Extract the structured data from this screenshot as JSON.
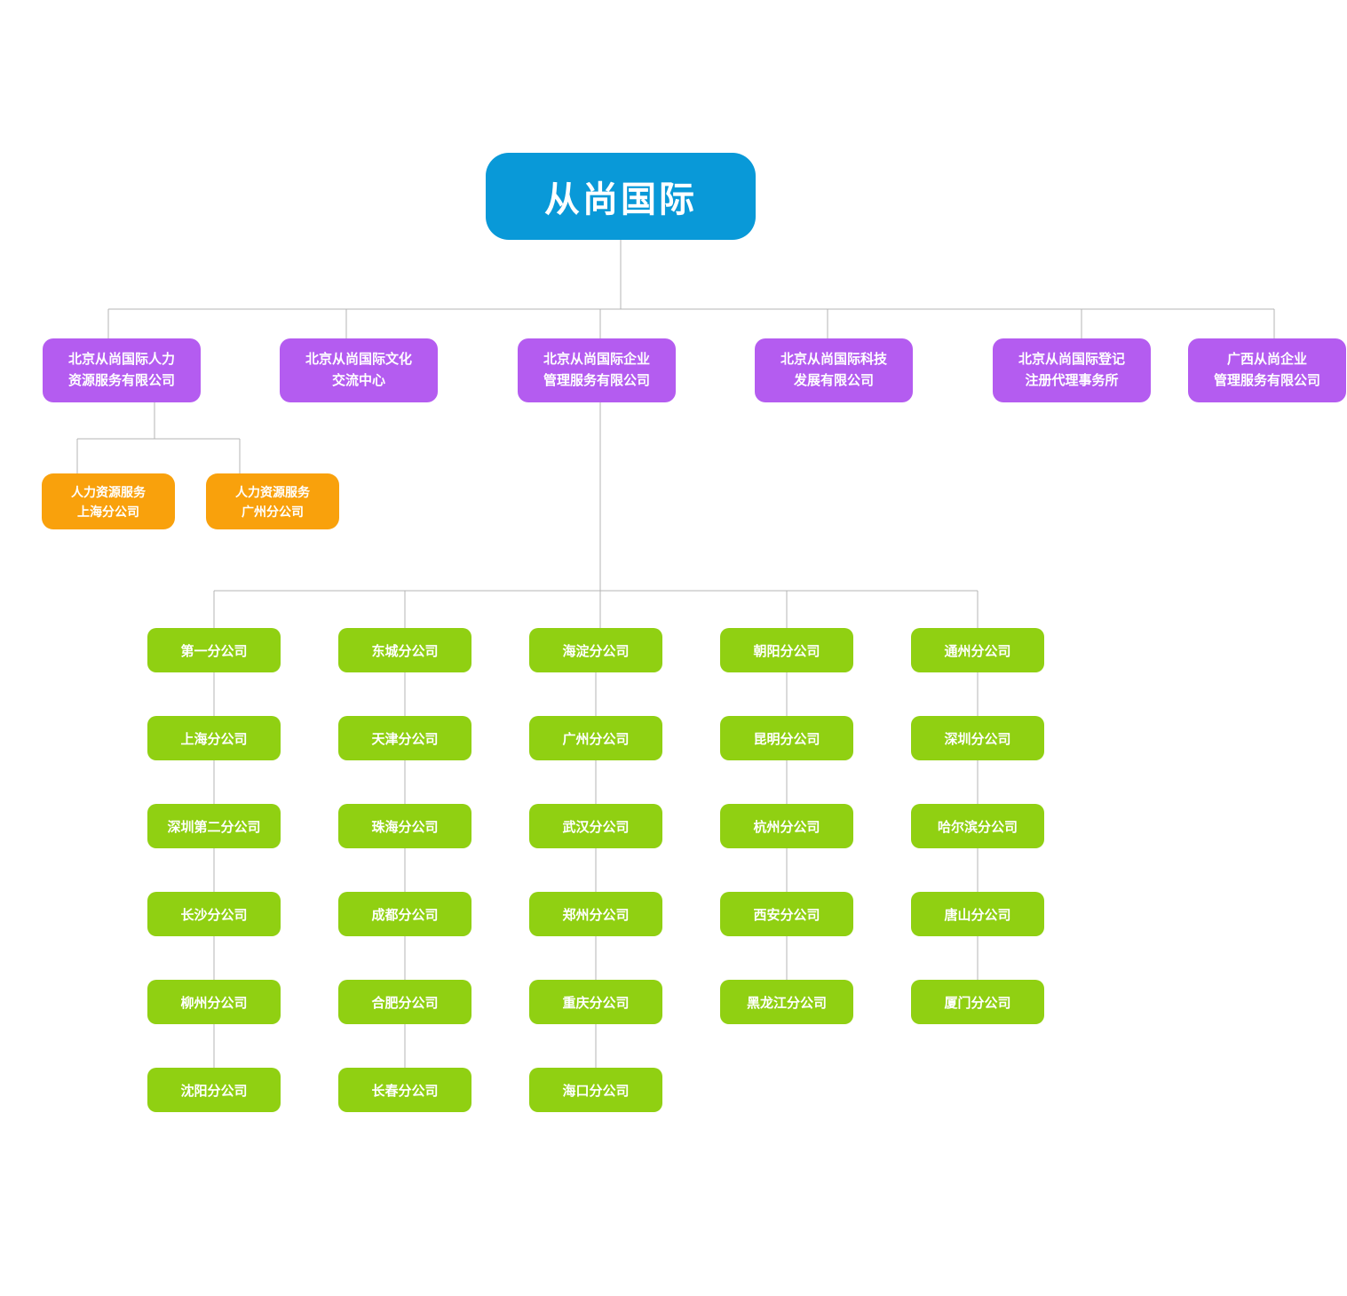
{
  "palette": {
    "root_blue": "#0999d8",
    "subsidiary_purple": "#b45cf0",
    "hr_branch_orange": "#f9a10c",
    "branch_green": "#90d012",
    "connector_gray": "#b4b4b4",
    "text_white": "#ffffff"
  },
  "root": {
    "name": "从尚国际"
  },
  "subsidiaries": [
    {
      "name": "北京从尚国际人力资源服务有限公司",
      "lines": [
        "北京从尚国际人力",
        "资源服务有限公司"
      ]
    },
    {
      "name": "北京从尚国际文化交流中心",
      "lines": [
        "北京从尚国际文化",
        "交流中心"
      ]
    },
    {
      "name": "北京从尚国际企业管理服务有限公司",
      "lines": [
        "北京从尚国际企业",
        "管理服务有限公司"
      ]
    },
    {
      "name": "北京从尚国际科技发展有限公司",
      "lines": [
        "北京从尚国际科技",
        "发展有限公司"
      ]
    },
    {
      "name": "北京从尚国际登记注册代理事务所",
      "lines": [
        "北京从尚国际登记",
        "注册代理事务所"
      ]
    },
    {
      "name": "广西从尚企业管理服务有限公司",
      "lines": [
        "广西从尚企业",
        "管理服务有限公司"
      ]
    }
  ],
  "hr_branches": [
    {
      "name": "人力资源服务上海分公司",
      "lines": [
        "人力资源服务",
        "上海分公司"
      ]
    },
    {
      "name": "人力资源服务广州分公司",
      "lines": [
        "人力资源服务",
        "广州分公司"
      ]
    }
  ],
  "branch_columns": [
    {
      "items": [
        "第一分公司",
        "上海分公司",
        "深圳第二分公司",
        "长沙分公司",
        "柳州分公司",
        "沈阳分公司"
      ]
    },
    {
      "items": [
        "东城分公司",
        "天津分公司",
        "珠海分公司",
        "成都分公司",
        "合肥分公司",
        "长春分公司"
      ]
    },
    {
      "items": [
        "海淀分公司",
        "广州分公司",
        "武汉分公司",
        "郑州分公司",
        "重庆分公司",
        "海口分公司"
      ]
    },
    {
      "items": [
        "朝阳分公司",
        "昆明分公司",
        "杭州分公司",
        "西安分公司",
        "黑龙江分公司"
      ]
    },
    {
      "items": [
        "通州分公司",
        "深圳分公司",
        "哈尔滨分公司",
        "唐山分公司",
        "厦门分公司"
      ]
    }
  ]
}
